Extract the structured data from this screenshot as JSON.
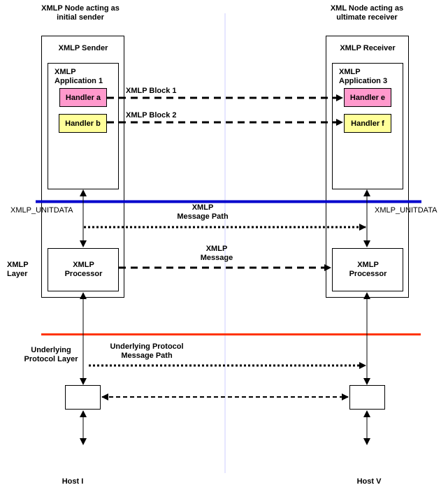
{
  "nodes": {
    "sender": {
      "caption_line1": "XMLP Node acting as",
      "caption_line2": "initial sender",
      "title": "XMLP Sender",
      "application_line1": "XMLP",
      "application_line2": "Application 1",
      "handlers": [
        {
          "label": "Handler a",
          "color": "#ff99cc"
        },
        {
          "label": "Handler b",
          "color": "#ffff99"
        }
      ],
      "processor_line1": "XMLP",
      "processor_line2": "Processor",
      "host": "Host I"
    },
    "receiver": {
      "caption_line1": "XML Node acting as",
      "caption_line2": "ultimate receiver",
      "title": "XMLP Receiver",
      "application_line1": "XMLP",
      "application_line2": "Application 3",
      "handlers": [
        {
          "label": "Handler e",
          "color": "#ff99cc"
        },
        {
          "label": "Handler f",
          "color": "#ffff99"
        }
      ],
      "processor_line1": "XMLP",
      "processor_line2": "Processor",
      "host": "Host V"
    }
  },
  "flows": {
    "block1": "XMLP Block 1",
    "block2": "XMLP Block 2",
    "message_path_line1": "XMLP",
    "message_path_line2": "Message Path",
    "message_line1": "XMLP",
    "message_line2": "Message",
    "underlying_path_line1": "Underlying Protocol",
    "underlying_path_line2": "Message Path"
  },
  "layers": {
    "unitdata_left": "XMLP_UNITDATA",
    "unitdata_right": "XMLP_UNITDATA",
    "xmlp_layer_line1": "XMLP",
    "xmlp_layer_line2": "Layer",
    "underlying_layer_line1": "Underlying",
    "underlying_layer_line2": "Protocol Layer"
  },
  "colors": {
    "xmlp_boundary": "#0000cc",
    "underlying_boundary": "#ff3300",
    "center_divider": "#ccccff",
    "handler_pink": "#ff99cc",
    "handler_yellow": "#ffff99"
  }
}
